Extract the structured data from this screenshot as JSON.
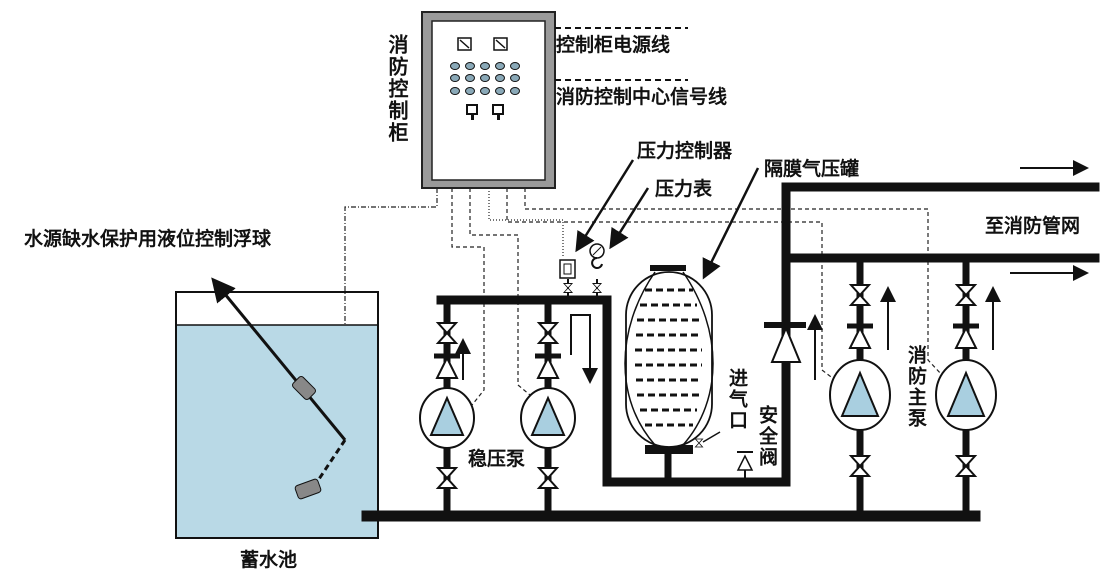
{
  "labels": {
    "cabinet": "消防控制柜",
    "power_line": "控制柜电源线",
    "signal_line": "消防控制中心信号线",
    "pressure_controller": "压力控制器",
    "pressure_gauge": "压力表",
    "diaphragm_tank": "隔膜气压罐",
    "to_network": "至消防管网",
    "float_ball": "水源缺水保护用液位控制浮球",
    "stabilizer_pump": "稳压泵",
    "air_inlet": "进气口",
    "safety_valve": "安全阀",
    "main_pump": "消防主泵",
    "reservoir": "蓄水池"
  },
  "colors": {
    "water": "#b9d9e6",
    "pump_fill": "#a9cfe0",
    "cabinet_frame": "#9a9a9a",
    "pipe": "#111111"
  }
}
